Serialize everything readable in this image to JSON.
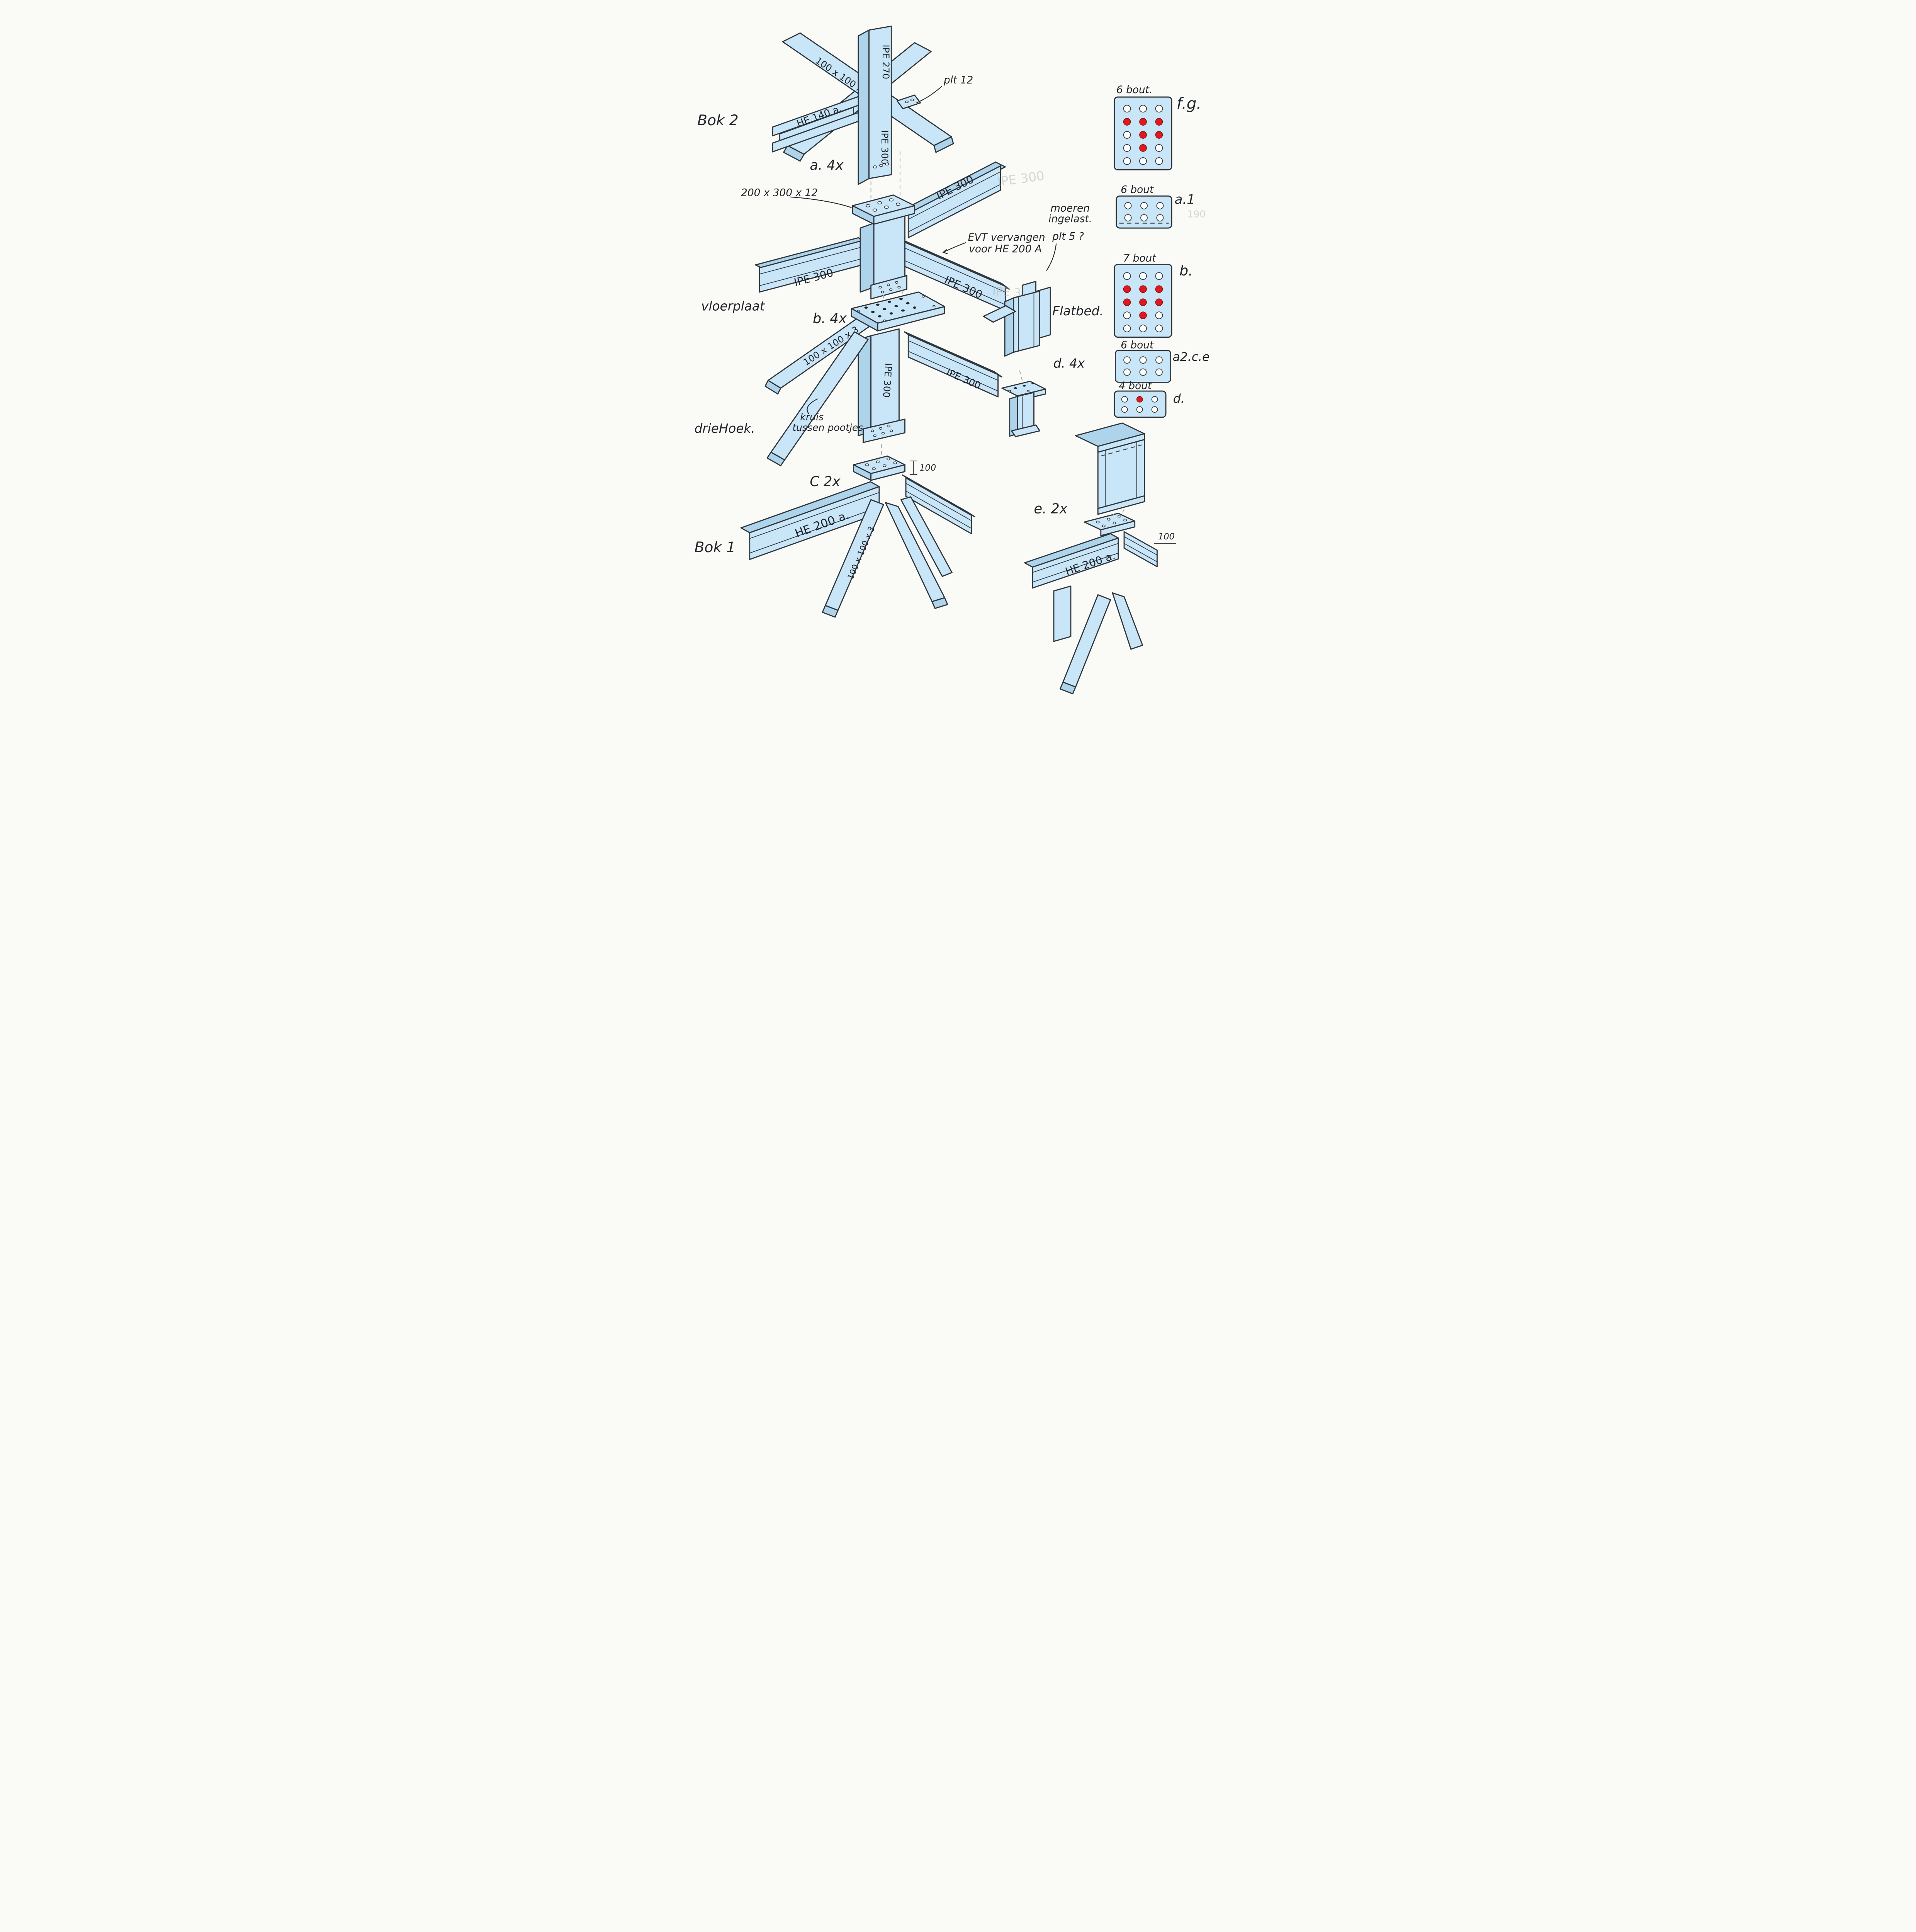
{
  "side_labels": {
    "bok2": "Bok 2",
    "vloerplaat": "vloerplaat",
    "driehoek": "drieHoek.",
    "bok1": "Bok 1"
  },
  "a": {
    "count": "a. 4x",
    "tube": "100 x 100 x 3",
    "column_top": "IPE 270",
    "column_bottom": "IPE 300",
    "beam": "HE 140 a.",
    "plt": "plt 12"
  },
  "node": {
    "plate": "200 x 300 x 12",
    "beam_up": "IPE 300",
    "beam_left": "IPE 300",
    "beam_right": "IPE 300",
    "evt1": "EVT vervangen",
    "evt2": "voor  HE 200 A",
    "moeren1": "moeren",
    "moeren2": "ingelast.",
    "plt5": "plt 5 ?"
  },
  "b": {
    "count": "b. 4x",
    "tube": "100 x 100 x 3",
    "beam_right": "IPE 300",
    "column": "IPE 300",
    "kruis1": "kruis",
    "kruis2": "tussen pootjes"
  },
  "flatbed": {
    "label": "Flatbed.",
    "count": "d. 4x"
  },
  "c": {
    "count": "C 2x",
    "dim": "100",
    "beam": "HE 200 a.",
    "leg": "100 x 100 x 3"
  },
  "e": {
    "count": "e. 2x",
    "beam": "HE 200 a.",
    "dim": "100"
  },
  "ghosts": {
    "g1": "IPE 300",
    "g2": "IPE 300"
  },
  "bolt_plates": [
    {
      "id": "fg",
      "count_label": "6 bout.",
      "name": "f.g.",
      "rows": [
        [
          "w",
          "w",
          "w"
        ],
        [
          "r",
          "r",
          "r"
        ],
        [
          "w",
          "r",
          "r"
        ],
        [
          "w",
          "r",
          "w"
        ],
        [
          "w",
          "w",
          "w"
        ]
      ]
    },
    {
      "id": "a1",
      "count_label": "6 bout",
      "name": "a.1",
      "ghost": "190",
      "rows": [
        [
          "w",
          "w",
          "w"
        ],
        [
          "w",
          "w",
          "w"
        ]
      ]
    },
    {
      "id": "b",
      "count_label": "7 bout",
      "name": "b.",
      "rows": [
        [
          "w",
          "w",
          "w"
        ],
        [
          "r",
          "r",
          "r"
        ],
        [
          "r",
          "r",
          "r"
        ],
        [
          "w",
          "r",
          "w"
        ],
        [
          "w",
          "w",
          "w"
        ]
      ]
    },
    {
      "id": "a2ce",
      "count_label": "6 bout",
      "name": "a2.c.e",
      "rows": [
        [
          "w",
          "w",
          "w"
        ],
        [
          "w",
          "w",
          "w"
        ]
      ]
    },
    {
      "id": "d",
      "count_label": "4 bout",
      "name": "d.",
      "rows": [
        [
          "w",
          "r",
          "w"
        ],
        [
          "w",
          "w",
          "w"
        ]
      ]
    }
  ],
  "colors": {
    "beam_fill": "#c9e5f8",
    "beam_side": "#aed4ec",
    "stroke": "#2f353b",
    "bolt_red": "#e0181b",
    "paper": "#fafaf6"
  }
}
